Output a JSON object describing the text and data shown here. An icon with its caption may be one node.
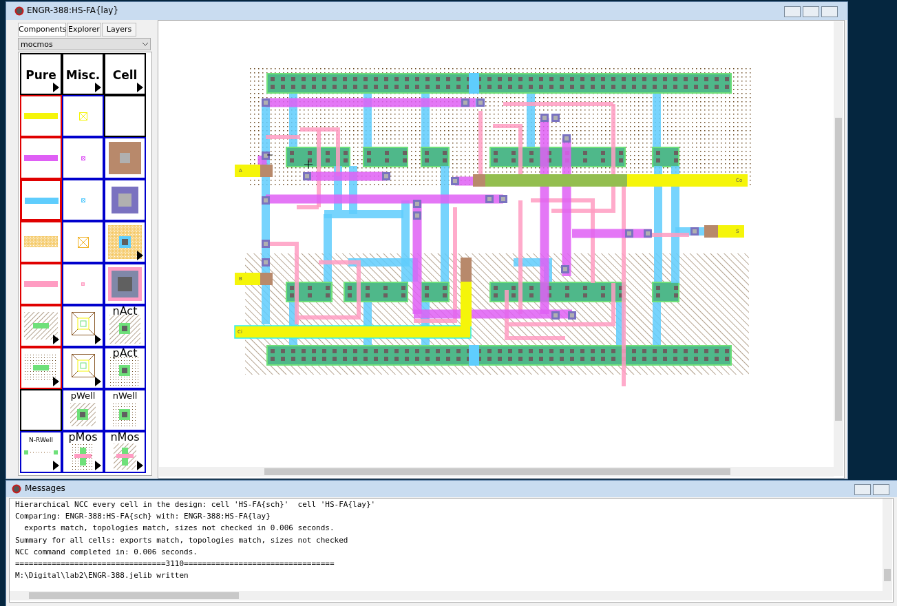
{
  "diagram": {
    "title": "ENGR-388:HS-FA{lay}",
    "labels": [
      "Components",
      "Explorer",
      "Layers",
      "mocmos",
      "Pure",
      "Misc.",
      "Cell",
      "nAct",
      "pAct",
      "pWell",
      "nWell",
      "N-RWell",
      "pMos",
      "nMos",
      "A",
      "Co",
      "S",
      "B",
      "Ci",
      "Messages",
      "Hierarchical NCC every cell in the design: cell 'HS-FA{sch}'  cell 'HS-FA{lay}'",
      "Comparing: ENGR-388:HS-FA{sch} with: ENGR-388:HS-FA{lay}",
      "  exports match, topologies match, sizes not checked in 0.006 seconds.",
      "Summary for all cells: exports match, topologies match, sizes not checked",
      "NCC command completed in: 0.006 seconds.",
      "=================================3110=================================",
      "M:\\Digital\\lab2\\ENGR-388.jelib written"
    ]
  }
}
